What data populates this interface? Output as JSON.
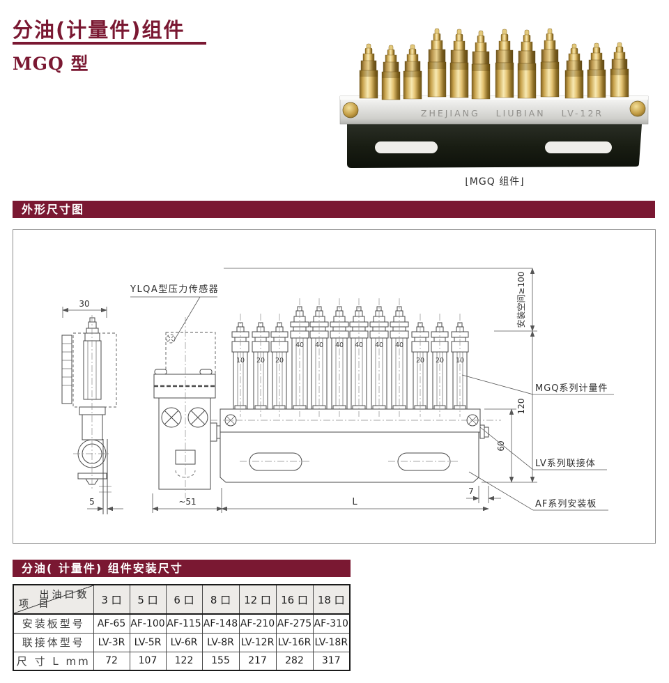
{
  "page": {
    "title": "分油(计量件)组件",
    "subtitle": "MGQ 型"
  },
  "photo": {
    "caption": "⌊MGQ 组件⌋",
    "engraving": "ZHEJIANG LIUBIAN LV-12R"
  },
  "sections": {
    "outline_banner": "外形尺寸图",
    "install_banner": "分油( 计量件) 组件安装尺寸"
  },
  "drawing": {
    "sensor_label": "YLQA型压力传感器",
    "part_labels": {
      "mgq": "MGQ系列计量件",
      "lv": "LV系列联接体",
      "af": "AF系列安装板"
    },
    "dims": {
      "d30": "30",
      "d5": "5",
      "d51": "~51",
      "dL": "L",
      "d7": "7",
      "d120": "120",
      "d60": "60",
      "space": "安装空间≥100"
    },
    "valve_labels": [
      "10",
      "20",
      "20",
      "40",
      "40",
      "40",
      "40",
      "40",
      "40",
      "20",
      "20",
      "10"
    ]
  },
  "table": {
    "corner": {
      "top": "出油口数",
      "bottom": "项 目"
    },
    "columns": [
      "3 口",
      "5 口",
      "6 口",
      "8 口",
      "12 口",
      "16 口",
      "18 口"
    ],
    "rows": [
      {
        "label": "安装板型号",
        "values": [
          "AF-65",
          "AF-100",
          "AF-115",
          "AF-148",
          "AF-210",
          "AF-275",
          "AF-310"
        ]
      },
      {
        "label": "联接体型号",
        "values": [
          "LV-3R",
          "LV-5R",
          "LV-6R",
          "LV-8R",
          "LV-12R",
          "LV-16R",
          "LV-18R"
        ]
      },
      {
        "label": "尺 寸 L mm",
        "values": [
          "72",
          "107",
          "122",
          "155",
          "217",
          "282",
          "317"
        ]
      }
    ]
  },
  "colors": {
    "accent": "#7a1832",
    "drawing_line": "#4a4a4a",
    "brass": "#d9b86a",
    "plate_dark": "#1c2018",
    "table_header_bg": "#edebe8"
  }
}
